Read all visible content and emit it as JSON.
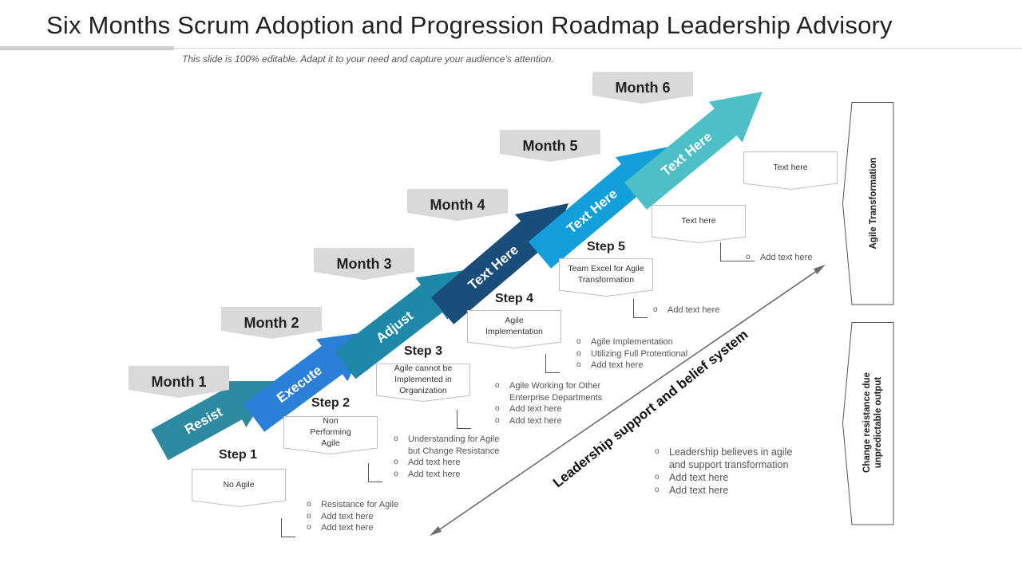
{
  "title": "Six Months Scrum Adoption and Progression Roadmap Leadership Advisory",
  "subtitle": "This slide is 100% editable. Adapt it to your need and capture your audience’s attention.",
  "months": [
    "Month 1",
    "Month 2",
    "Month 3",
    "Month 4",
    "Month 5",
    "Month 6"
  ],
  "arrows": [
    {
      "label": "Resist",
      "color": "#2e8aa0"
    },
    {
      "label": "Execute",
      "color": "#2b7fd6"
    },
    {
      "label": "Adjust",
      "color": "#1d88a8"
    },
    {
      "label": "Text Here",
      "color": "#1a4d7a"
    },
    {
      "label": "Text Here",
      "color": "#139fdc"
    },
    {
      "label": "Text Here",
      "color": "#4cbfc7"
    }
  ],
  "steps": [
    {
      "label": "Step 1",
      "box": "No Agile",
      "bullets": [
        "Resistance  for Agile",
        "Add text here",
        "Add text here"
      ]
    },
    {
      "label": "Step 2",
      "box": "Non Performing Agile",
      "bullets": [
        "Understanding  for Agile but Change Resistance",
        "Add text here",
        "Add text here"
      ]
    },
    {
      "label": "Step 3",
      "box": "Agile cannot be Implemented in Organization",
      "bullets": [
        "Agile Working for Other Enterprise Departments",
        "Add text here",
        "Add text here"
      ]
    },
    {
      "label": "Step 4",
      "box": "Agile Implementation",
      "bullets": [
        "Agile Implementation",
        "Utilizing  Full Protentional",
        "Add text here"
      ]
    },
    {
      "label": "Step 5",
      "box": "Team Excel for Agile Transformation",
      "bullets": [
        "Add text here"
      ]
    }
  ],
  "extra_boxes": [
    {
      "box": "Text here",
      "bullets": [
        "Add text here"
      ]
    },
    {
      "box": "Text here"
    }
  ],
  "diagonal_label": "Leadership support and belief system",
  "leadership_bullets": [
    "Leadership believes  in agile and support transformation",
    "Add text here",
    "Add text here"
  ],
  "side_panels": {
    "top": "Agile Transformation",
    "bottom": "Change resistance due unpredictable output"
  }
}
